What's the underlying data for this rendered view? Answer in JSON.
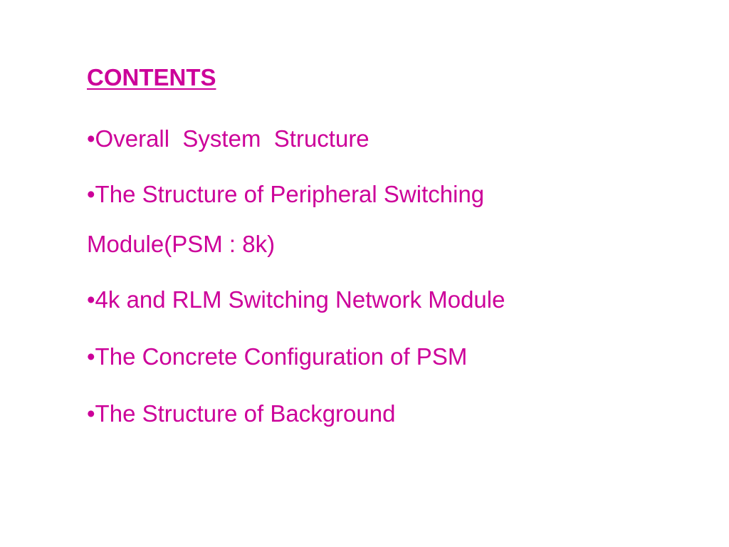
{
  "slide": {
    "heading": "CONTENTS",
    "items": [
      "•Overall  System  Structure",
      "•The Structure of Peripheral Switching Module(PSM : 8k)",
      "•4k and RLM Switching Network Module",
      "•The Concrete Configuration of PSM",
      "•The Structure of Background"
    ]
  },
  "colors": {
    "text": "#cc0099",
    "background": "#ffffff"
  }
}
